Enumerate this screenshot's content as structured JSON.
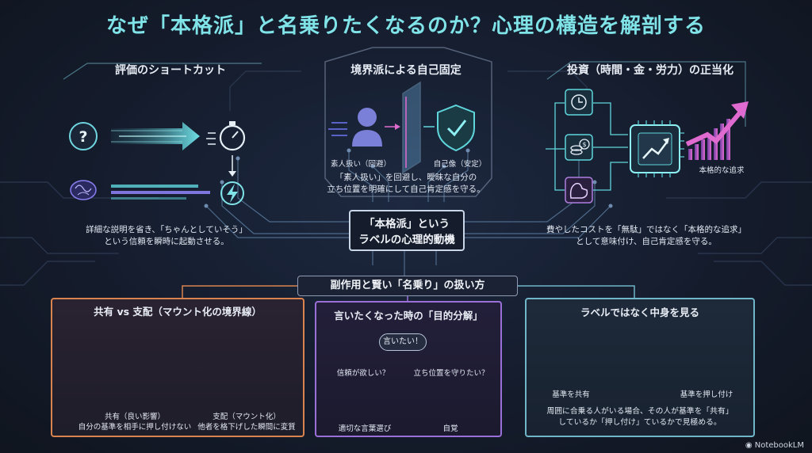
{
  "title": "なぜ「本格派」と名乗りたくなるのか？心理の構造を解剖する",
  "center": {
    "line1": "「本格派」という",
    "line2": "ラベルの心理的動機"
  },
  "section_left": {
    "title": "評価のショートカット",
    "caption_line1": "詳細な説明を省き、「ちゃんとしていそう」",
    "caption_line2": "という信頼を瞬時に起動させる。"
  },
  "section_middle": {
    "title": "境界派による自己固定",
    "label_left": "素人扱い（回避）",
    "label_right": "自己像（安定）",
    "caption_line1": "「素人扱い」を回避し、曖昧な自分の",
    "caption_line2": "立ち位置を明確にして自己肯定感を守る。"
  },
  "section_right": {
    "title": "投資（時間・金・労力）の正当化",
    "label_pursuit": "本格的な追求",
    "caption_line1": "費やしたコストを「無駄」ではなく「本格的な追求」",
    "caption_line2": "として意味付け、自己肯定感を守る。"
  },
  "band_title": "副作用と賢い「名乗り」の扱い方",
  "panel_share": {
    "title": "共有 vs 支配（マウント化の境界線）",
    "left_label1": "共有（良い影響）",
    "left_label2": "自分の基準を相手に押し付けない",
    "right_label1": "支配（マウント化）",
    "right_label2": "他者を格下げした瞬間に変質",
    "warning_mark": "!"
  },
  "panel_purpose": {
    "title": "言いたくなった時の「目的分解」",
    "bubble": "言いたい！",
    "q_left": "信頼が欲しい？",
    "q_right": "立ち位置を守りたい？",
    "a_left": "適切な言葉選び",
    "a_right": "自覚"
  },
  "panel_content": {
    "title": "ラベルではなく中身を見る",
    "label_left": "基準を共有",
    "label_right": "基準を押し付け",
    "caption_line1": "周囲に合乗る人がいる場合、その人が基準を「共有」",
    "caption_line2": "しているか「押し付け」ているかで見極める。"
  },
  "logo": "NotebookLM",
  "icons": [
    "question-icon",
    "stopwatch-icon",
    "brain-icon",
    "lightning-icon",
    "person-icon",
    "shield-check-icon",
    "clock-icon",
    "money-icon",
    "muscle-icon",
    "chip-chart-icon",
    "network-icon",
    "sphere-icon",
    "warning-icon",
    "handshake-icon",
    "tree-icon",
    "globe-icon",
    "magnifier-icon",
    "lock-globe-icon"
  ],
  "colors": {
    "title": "#7fe3e8",
    "cyan": "#5fd6dc",
    "orange": "#d9834f",
    "purple": "#9b6fd8",
    "pink": "#e06bd0"
  }
}
